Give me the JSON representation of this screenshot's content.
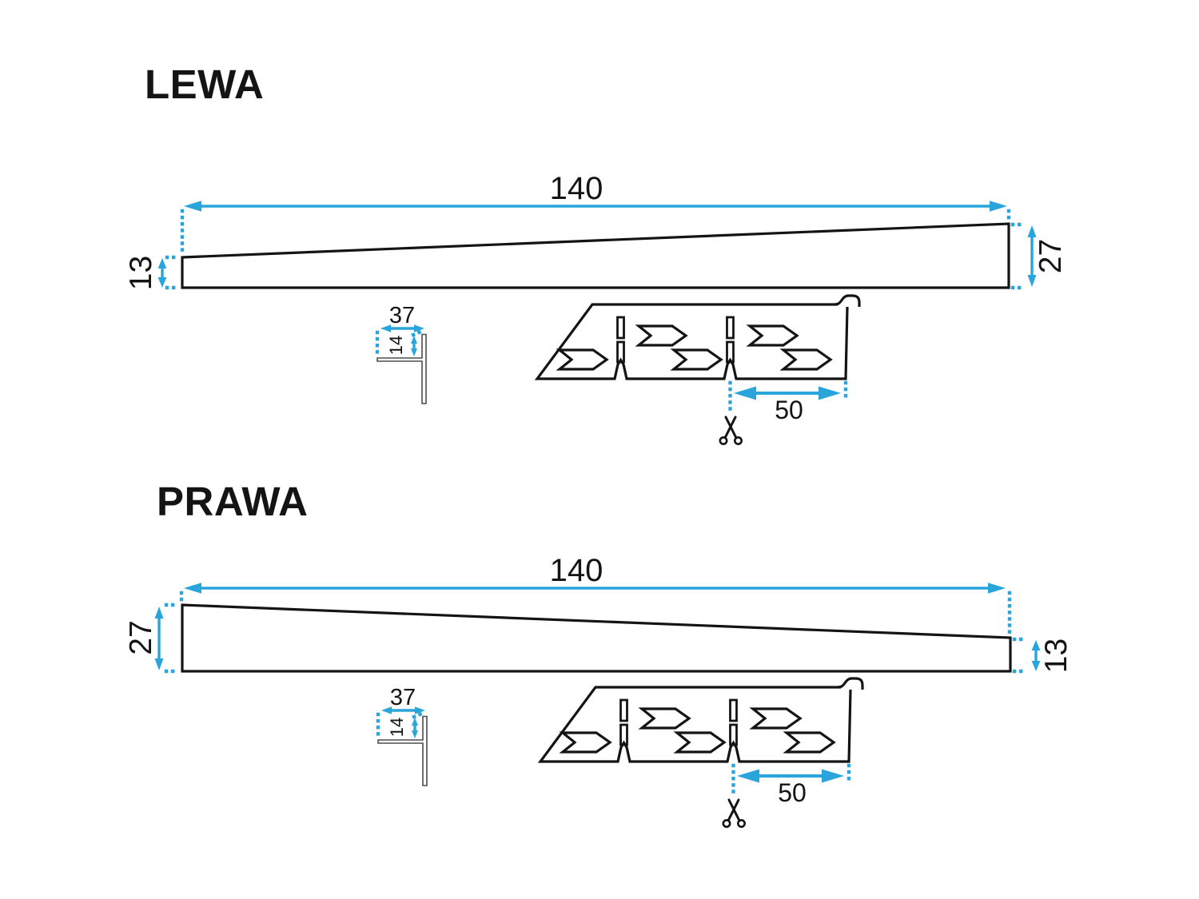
{
  "document": {
    "type": "technical-dimension-drawing",
    "language": "pl",
    "colors": {
      "line": "#141414",
      "dimension": "#29a5dc",
      "background": "#ffffff",
      "end_profile_line": "#4d4d4d"
    },
    "icons": {
      "cut": "scissors-icon"
    }
  },
  "sections": [
    {
      "title": "LEWA",
      "profile": {
        "length": "140",
        "height_left": "13",
        "height_right": "27"
      },
      "end_profile": {
        "width": "37",
        "lip_height": "14"
      },
      "strip": {
        "cut_spacing": "50"
      }
    },
    {
      "title": "PRAWA",
      "profile": {
        "length": "140",
        "height_left": "27",
        "height_right": "13"
      },
      "end_profile": {
        "width": "37",
        "lip_height": "14"
      },
      "strip": {
        "cut_spacing": "50"
      }
    }
  ]
}
